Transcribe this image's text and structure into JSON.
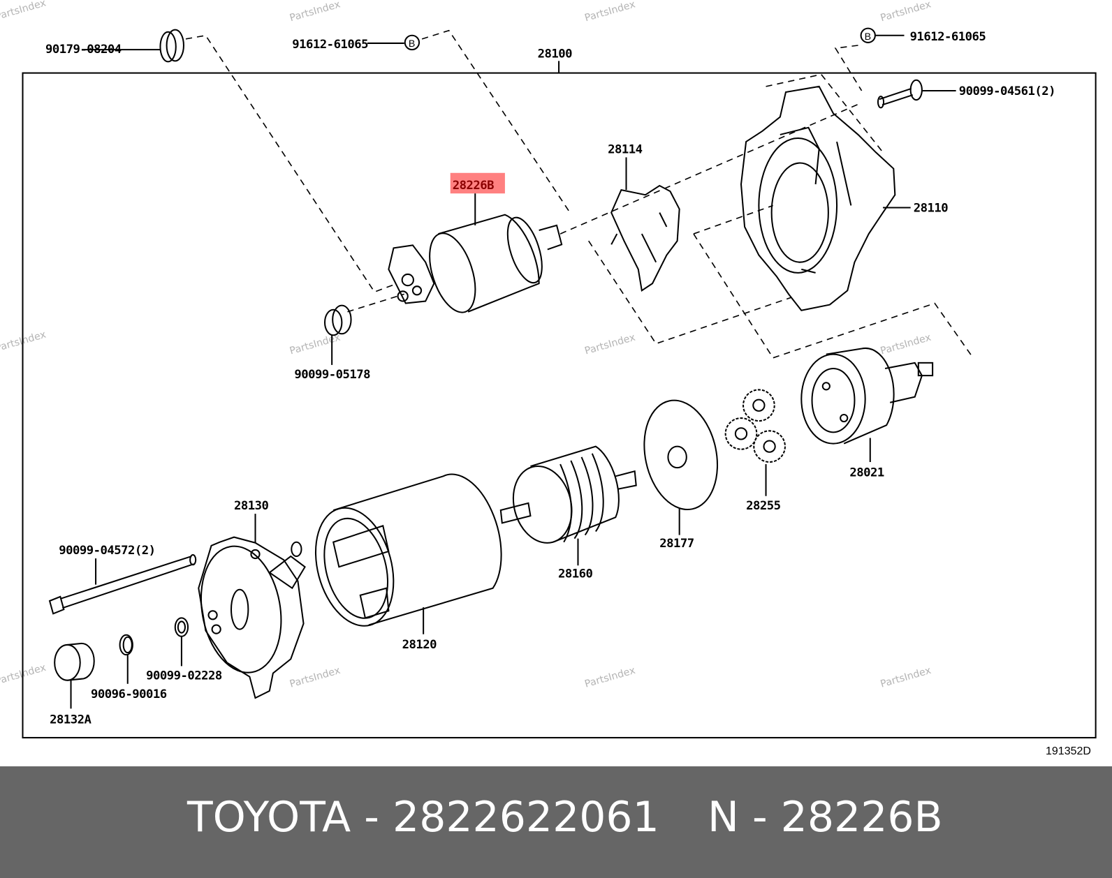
{
  "diagram": {
    "assembly_label": "28100",
    "highlight_color": "#ff8080",
    "labels": {
      "p90179_08204": "90179-08204",
      "p91612_61065_left": "91612-61065",
      "p91612_61065_right": "91612-61065",
      "p90099_04561": "90099-04561(2)",
      "p28114": "28114",
      "p28226B": "28226B",
      "p28110": "28110",
      "p90099_05178": "90099-05178",
      "p28021": "28021",
      "p28255": "28255",
      "p28177": "28177",
      "p28160": "28160",
      "p28130": "28130",
      "p90099_04572": "90099-04572(2)",
      "p28120": "28120",
      "p90099_02228": "90099-02228",
      "p90096_90016": "90096-90016",
      "p28132A": "28132A"
    },
    "marker_letter": "B",
    "watermark": "PartsIndex",
    "drawing_id": "191352D"
  },
  "footer": {
    "part_info": "TOYOTA - 2822622061",
    "ref_info": "N - 28226B",
    "background": "#666666"
  }
}
